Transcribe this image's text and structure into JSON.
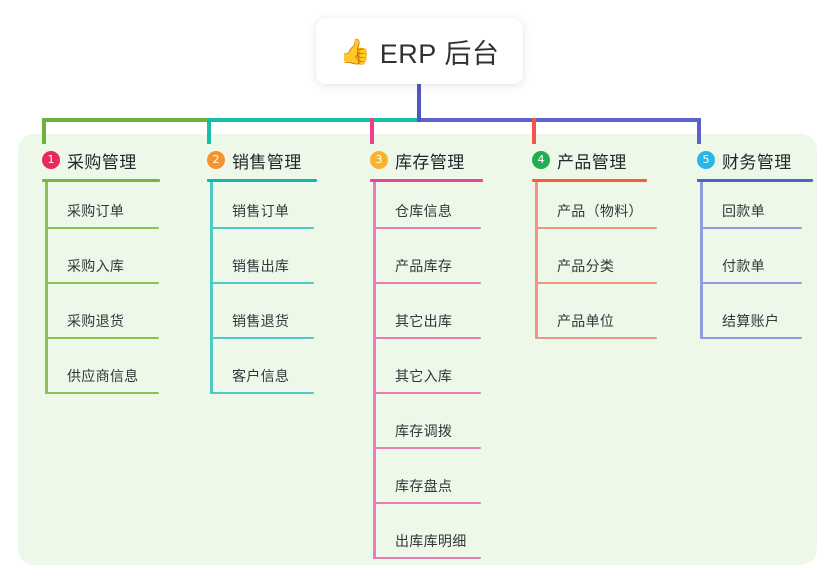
{
  "title_card": {
    "emoji": "👍",
    "emoji_name": "thumbs-up-icon",
    "text": "ERP 后台"
  },
  "panel": {
    "background": "#eef8e9"
  },
  "connectors": {
    "stem_color": "#4f58c0",
    "bus_segments": [
      {
        "name": "bus-green",
        "color": "#6fb13c"
      },
      {
        "name": "bus-teal",
        "color": "#17bfa6"
      },
      {
        "name": "bus-indigo",
        "color": "#5b62c9"
      }
    ]
  },
  "columns": [
    {
      "number": "1",
      "title": "采购管理",
      "badge_color": "#e8285f",
      "rule_color": "#7cb342",
      "line_color": "#8cc152",
      "drop_color": "#6fb13c",
      "items": [
        "采购订单",
        "采购入库",
        "采购退货",
        "供应商信息"
      ]
    },
    {
      "number": "2",
      "title": "销售管理",
      "badge_color": "#f5932e",
      "rule_color": "#11b5b0",
      "line_color": "#4fc9c2",
      "drop_color": "#17bfa6",
      "items": [
        "销售订单",
        "销售出库",
        "销售退货",
        "客户信息"
      ]
    },
    {
      "number": "3",
      "title": "库存管理",
      "badge_color": "#f7b32b",
      "rule_color": "#e8439b",
      "line_color": "#ed7ab5",
      "drop_color": "#ec3f8e",
      "items": [
        "仓库信息",
        "产品库存",
        "其它出库",
        "其它入库",
        "库存调拨",
        "库存盘点",
        "出库库明细"
      ]
    },
    {
      "number": "4",
      "title": "产品管理",
      "badge_color": "#22ad53",
      "rule_color": "#f4603f",
      "line_color": "#f39487",
      "drop_color": "#f4554a",
      "items": [
        "产品（物料）",
        "产品分类",
        "产品单位"
      ]
    },
    {
      "number": "5",
      "title": "财务管理",
      "badge_color": "#29b6e8",
      "rule_color": "#4f63c6",
      "line_color": "#8e9ddb",
      "drop_color": "#5b62c9",
      "items": [
        "回款单",
        "付款单",
        "结算账户"
      ]
    }
  ]
}
